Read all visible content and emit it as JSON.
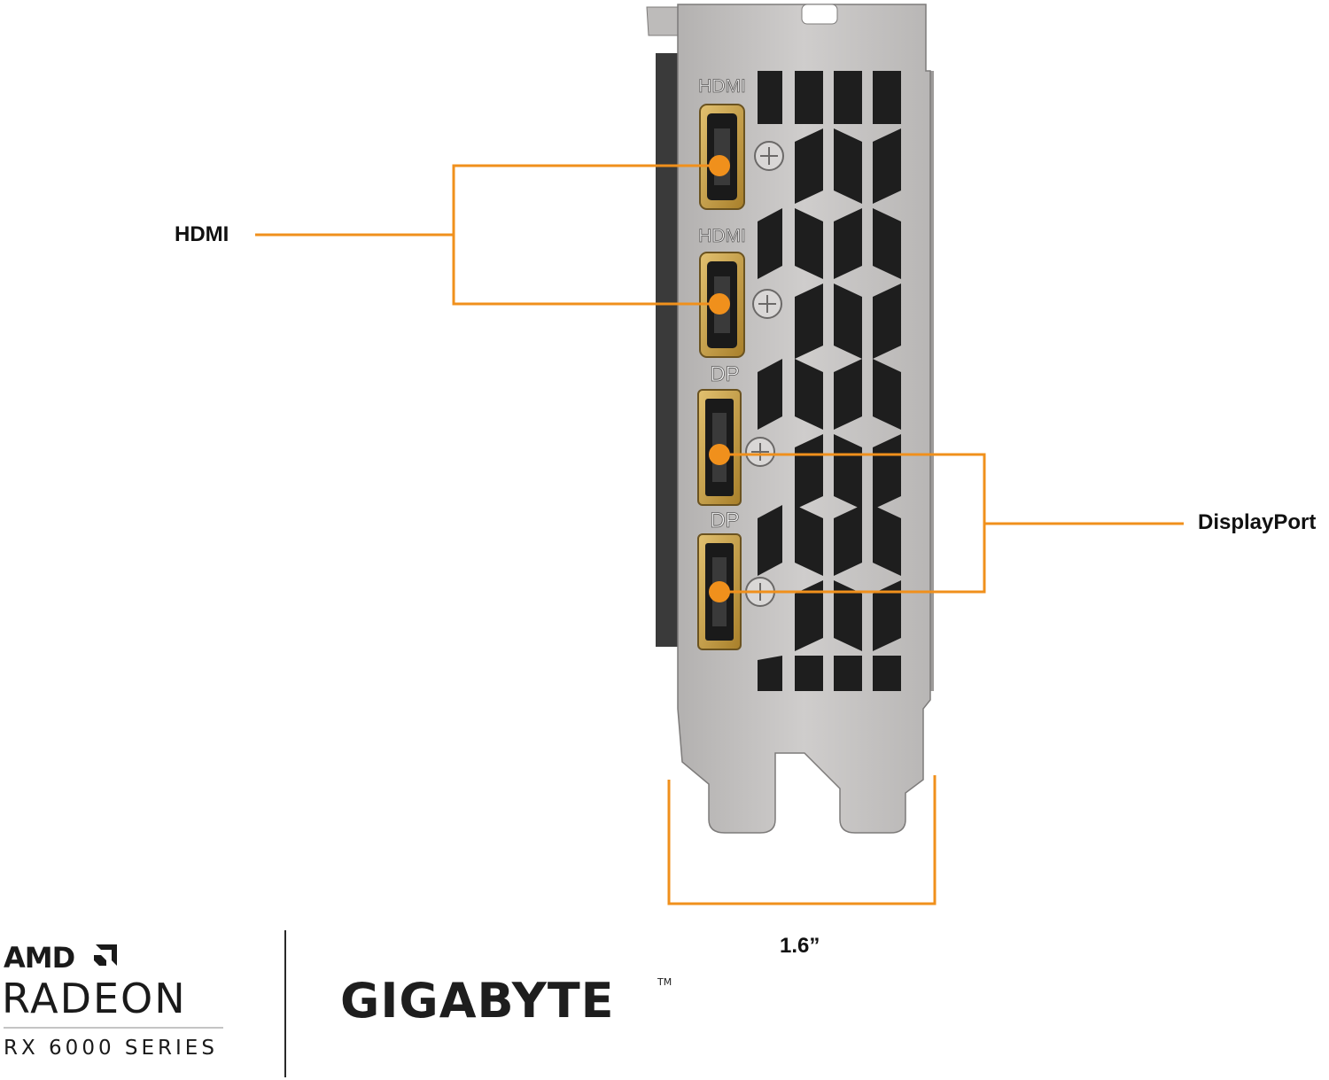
{
  "image": {
    "subject": "GPU bracket",
    "colors": {
      "background": "#ffffff",
      "bracket": "#c2c0bf",
      "bracket_dark": "#8c8a89",
      "port_gold": "#c8a24a",
      "callout_orange": "#f0901c",
      "text": "#111111"
    }
  },
  "callouts": {
    "hdmi": "HDMI",
    "displayport": "DisplayPort",
    "width": "1.6”"
  },
  "port_labels": {
    "hdmi_1": "HDMI",
    "hdmi_2": "HDMI",
    "dp_1": "DP",
    "dp_2": "DP"
  },
  "branding": {
    "amd": "AMD",
    "radeon": "RADEON",
    "series": "RX 6000 SERIES",
    "gigabyte": "GIGABYTE",
    "trademark": "TM"
  }
}
